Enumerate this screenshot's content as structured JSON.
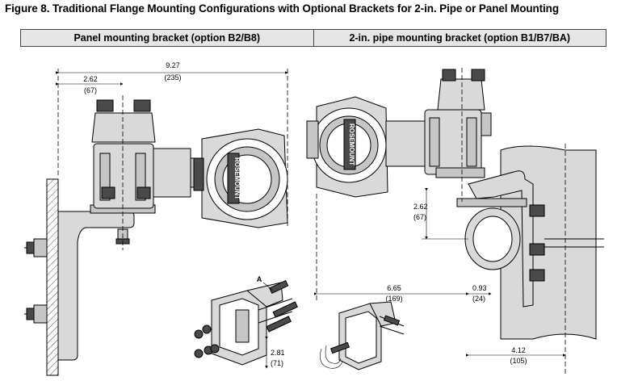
{
  "figure": {
    "title": "Figure 8. Traditional Flange Mounting Configurations with Optional Brackets for 2-in. Pipe or Panel Mounting"
  },
  "columns": [
    {
      "label": "Panel mounting bracket (option B2/B8)"
    },
    {
      "label": "2-in. pipe mounting bracket (option B1/B7/BA)"
    }
  ],
  "panel_dimensions": {
    "overall_in": "9.27",
    "overall_mm": "(235)",
    "left_in": "2.62",
    "left_mm": "(67)",
    "bracket_in": "2.81",
    "bracket_mm": "(71)",
    "callout": "A"
  },
  "pipe_dimensions": {
    "vertical_in": "2.62",
    "vertical_mm": "(67)",
    "horizontal_in": "6.65",
    "horizontal_mm": "(169)",
    "offset_in": "0.93",
    "offset_mm": "(24)",
    "pipe_in": "4.12",
    "pipe_mm": "(105)"
  },
  "device_labels": {
    "brand": "ROSEMOUNT"
  }
}
